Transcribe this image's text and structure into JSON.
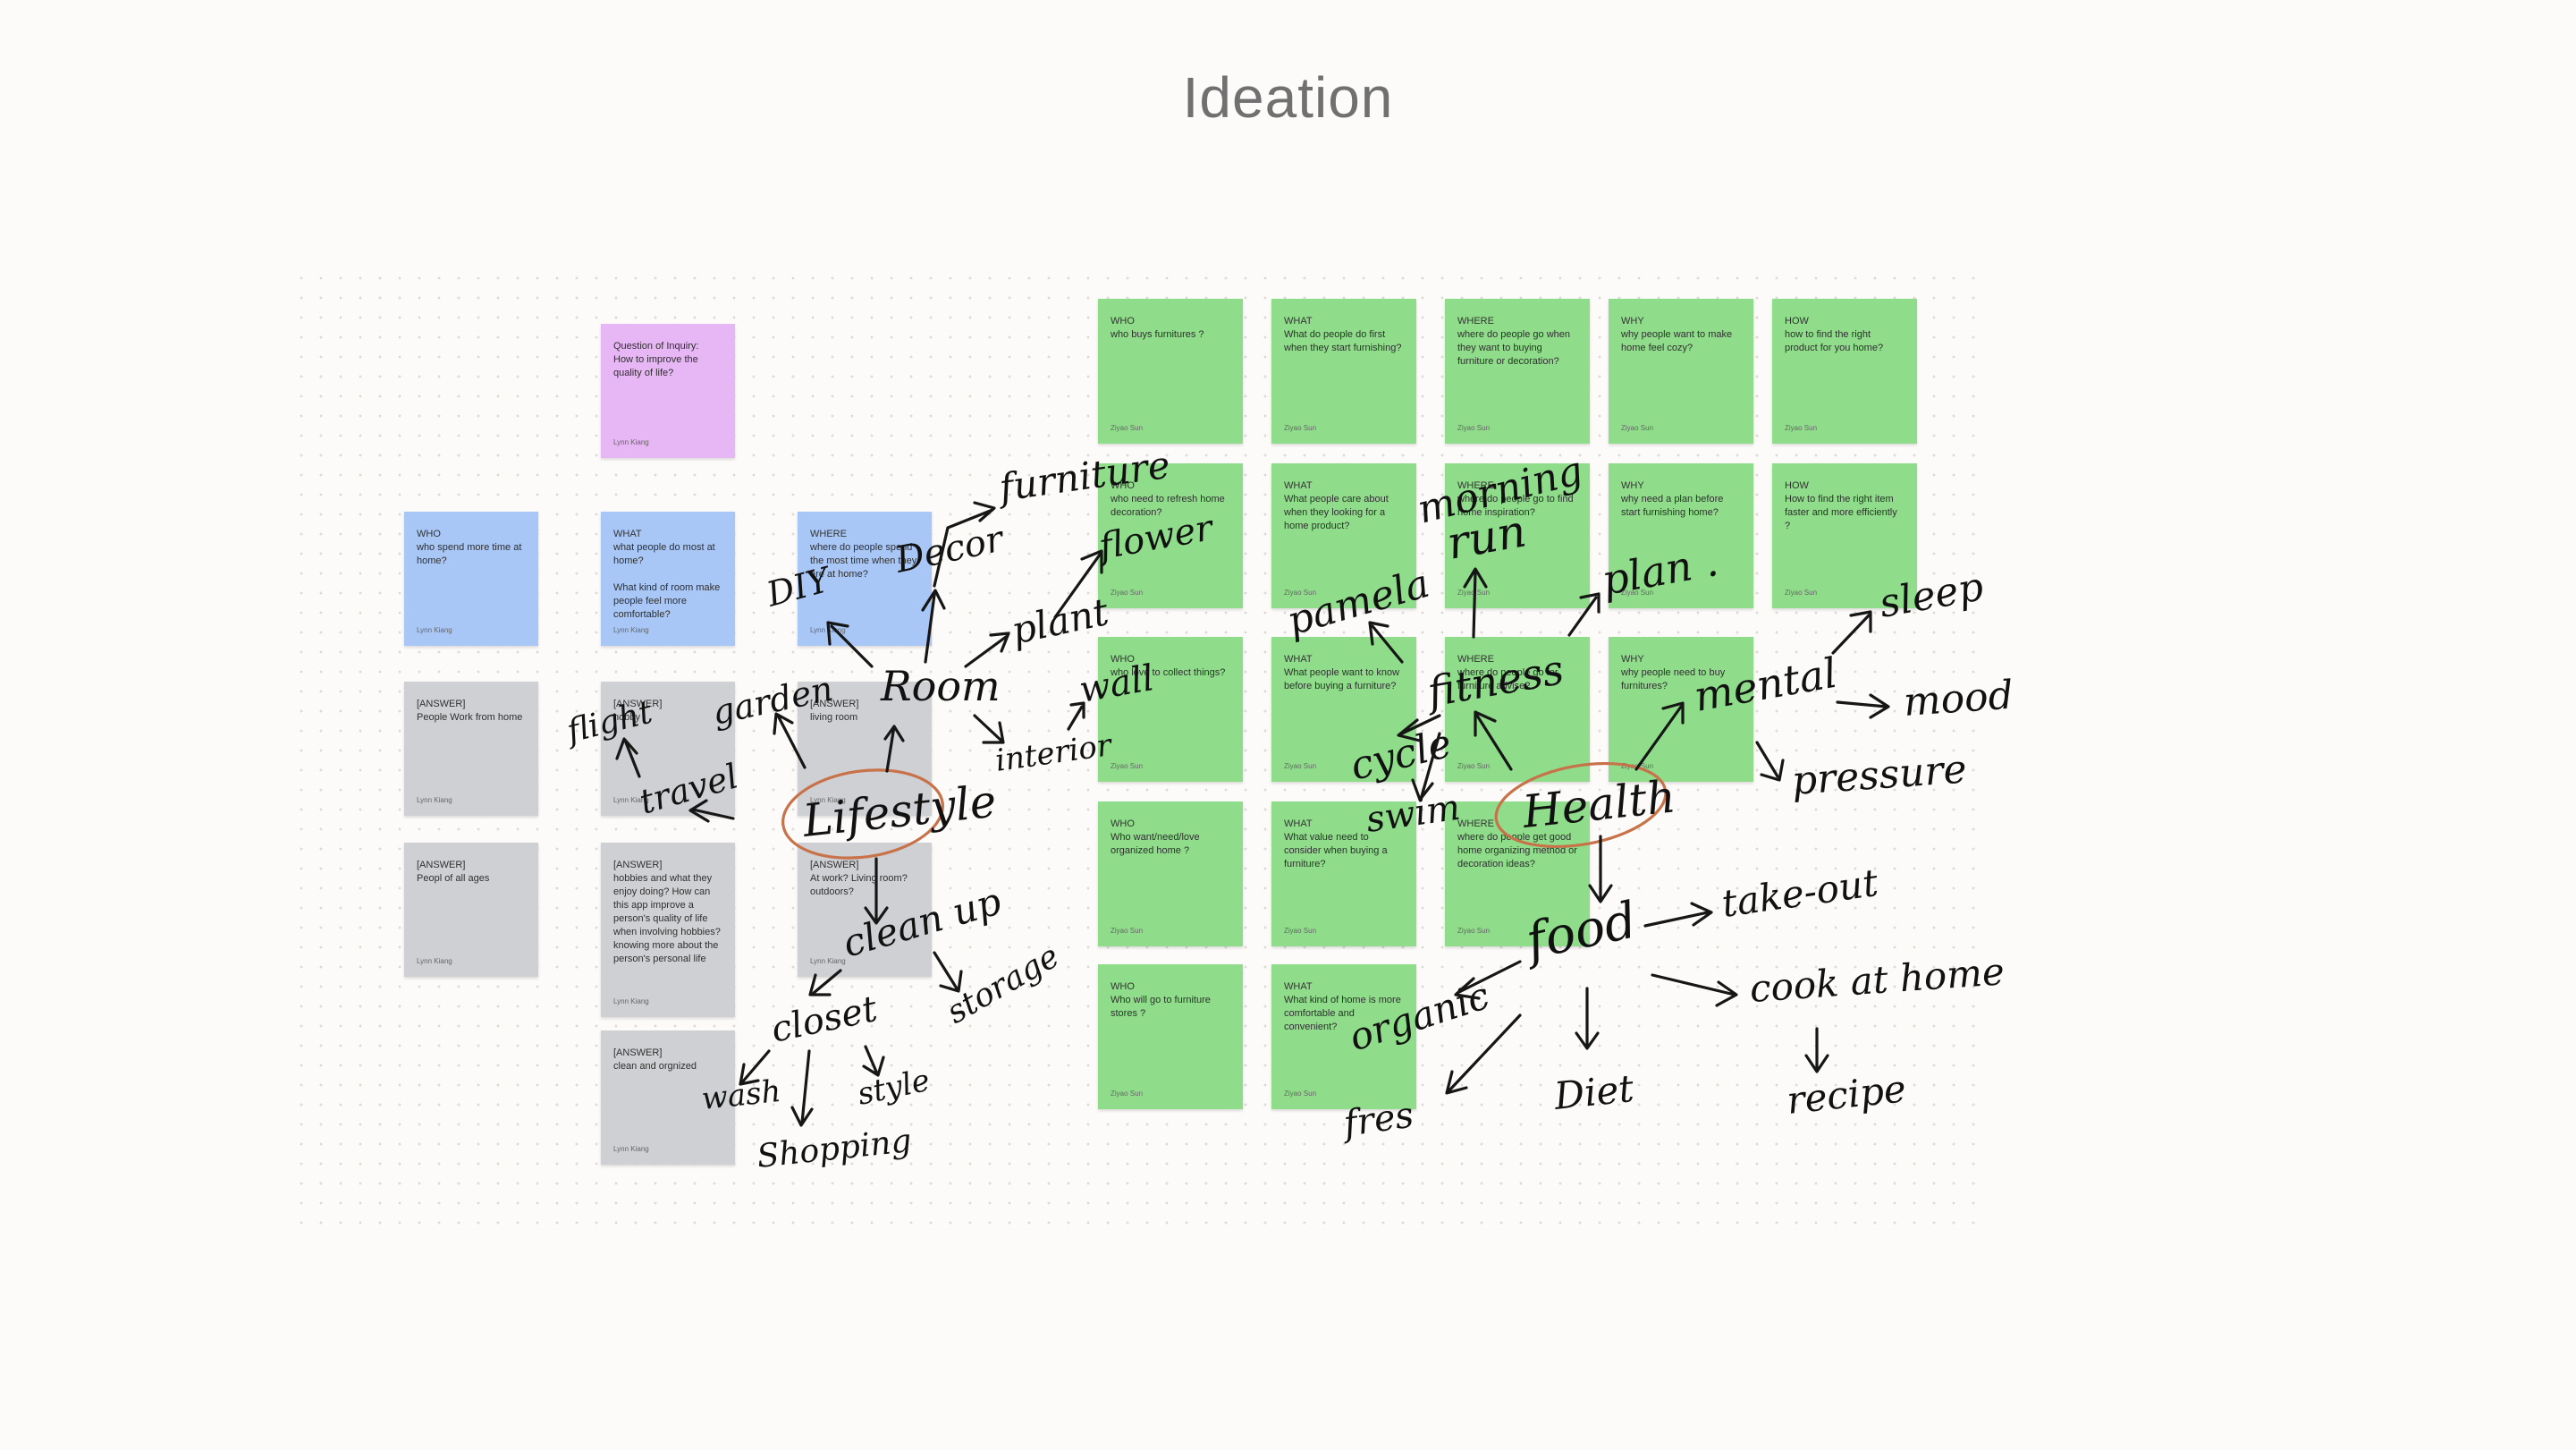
{
  "title": "Ideation",
  "inquiry": {
    "body": "Question of Inquiry:\nHow to improve the quality of life?",
    "author": "Lynn Kiang"
  },
  "blue_notes": [
    {
      "cat": "WHO",
      "body": "who spend more time at home?",
      "author": "Lynn Kiang"
    },
    {
      "cat": "WHAT",
      "body": "what people do most at home?\n\nWhat kind of room make people feel more comfortable?",
      "author": "Lynn Kiang"
    },
    {
      "cat": "WHERE",
      "body": "where do people spend the most time when they are at home?",
      "author": "Lynn Kiang"
    }
  ],
  "gray_notes": [
    {
      "body": "[ANSWER]\nPeople Work from home",
      "author": "Lynn Kiang"
    },
    {
      "body": "[ANSWER]\nhobby",
      "author": "Lynn Kiang"
    },
    {
      "body": "[ANSWER]\nliving room",
      "author": "Lynn Kiang"
    },
    {
      "body": "[ANSWER]\nPeopl of all ages",
      "author": "Lynn Kiang"
    },
    {
      "body": "[ANSWER]\nhobbies and what they enjoy doing? How can this app improve a person's quality of life when involving hobbies? knowing more about the person's personal life",
      "author": "Lynn Kiang"
    },
    {
      "body": "[ANSWER]\nAt work? Living room? outdoors?",
      "author": "Lynn Kiang"
    },
    {
      "body": "[ANSWER]\nclean and orgnized",
      "author": "Lynn Kiang"
    }
  ],
  "green_notes": [
    {
      "cat": "WHO",
      "body": "who buys furnitures ?",
      "author": "Ziyao Sun"
    },
    {
      "cat": "WHAT",
      "body": "What do people do first when they start furnishing?",
      "author": "Ziyao Sun"
    },
    {
      "cat": "WHERE",
      "body": "where do people go when they want to buying furniture or decoration?",
      "author": "Ziyao Sun"
    },
    {
      "cat": "WHY",
      "body": "why people want to make home feel cozy?",
      "author": "Ziyao Sun"
    },
    {
      "cat": "HOW",
      "body": "how to find the right product for you home?",
      "author": "Ziyao Sun"
    },
    {
      "cat": "WHO",
      "body": "who need to refresh home decoration?",
      "author": "Ziyao Sun"
    },
    {
      "cat": "WHAT",
      "body": "What people care about when they looking for a home product?",
      "author": "Ziyao Sun"
    },
    {
      "cat": "WHERE",
      "body": "where do people go to find home inspiration?",
      "author": "Ziyao Sun"
    },
    {
      "cat": "WHY",
      "body": "why need a plan before start furnishing home?",
      "author": "Ziyao Sun"
    },
    {
      "cat": "HOW",
      "body": "How to find the right item faster and more efficiently ?",
      "author": "Ziyao Sun"
    },
    {
      "cat": "WHO",
      "body": "who love to collect things?",
      "author": "Ziyao Sun"
    },
    {
      "cat": "WHAT",
      "body": "What people want to know before buying a furniture?",
      "author": "Ziyao Sun"
    },
    {
      "cat": "WHERE",
      "body": "where do people go for furniture advise?",
      "author": "Ziyao Sun"
    },
    {
      "cat": "WHY",
      "body": "why people need to buy furnitures?",
      "author": "Ziyao Sun"
    },
    {
      "cat": "WHO",
      "body": "Who want/need/love organized home ?",
      "author": "Ziyao Sun"
    },
    {
      "cat": "WHAT",
      "body": "What value need to consider when buying a furniture?",
      "author": "Ziyao Sun"
    },
    {
      "cat": "WHERE",
      "body": "where do people get good home organizing method or decoration ideas?",
      "author": "Ziyao Sun"
    },
    {
      "cat": "WHO",
      "body": "Who will go to furniture stores ?",
      "author": "Ziyao Sun"
    },
    {
      "cat": "WHAT",
      "body": "What kind of home is more comfortable and convenient?",
      "author": "Ziyao Sun"
    }
  ],
  "handwriting": {
    "furniture": "furniture",
    "decor": "Decor",
    "flower": "flower",
    "plant": "plant",
    "diy": "DIY",
    "room": "Room",
    "wall": "wall",
    "interior": "interior",
    "garden": "garden",
    "flight": "flight",
    "travel": "travel",
    "lifestyle": "Lifestyle",
    "clean_up": "clean up",
    "storage": "storage",
    "closet": "closet",
    "wash": "wash",
    "shopping": "Shopping",
    "style": "style",
    "morning_run": "morning",
    "run": "run",
    "pamela": "pamela",
    "plan": "plan .",
    "sleep": "sleep",
    "fitness": "fitness",
    "mental": "mental",
    "mood": "mood",
    "pressure": "pressure",
    "cycle": "cycle",
    "swim": "swim",
    "health": "Health",
    "take_out": "take-out",
    "food": "food",
    "organic": "organic",
    "cook_at_home": "cook at home",
    "fries": "fres",
    "diet": "Diet",
    "recipe": "recipe"
  }
}
